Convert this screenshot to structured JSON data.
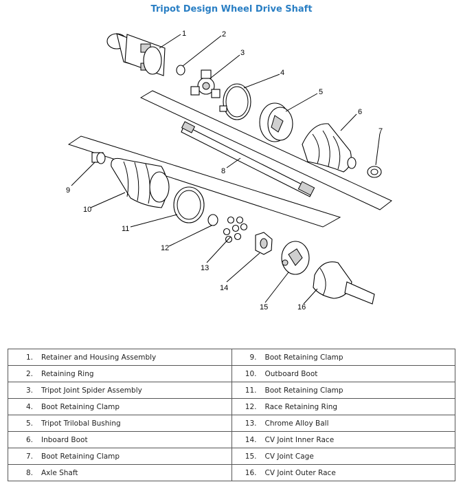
{
  "title": "Tripot Design Wheel Drive Shaft",
  "callouts": [
    "1",
    "2",
    "3",
    "4",
    "5",
    "6",
    "7",
    "8",
    "9",
    "10",
    "11",
    "12",
    "13",
    "14",
    "15",
    "16"
  ],
  "rows": [
    {
      "left_num": "1.",
      "left_name": "Retainer and Housing Assembly",
      "right_num": "9.",
      "right_name": "Boot Retaining Clamp"
    },
    {
      "left_num": "2.",
      "left_name": "Retaining Ring",
      "right_num": "10.",
      "right_name": "Outboard Boot"
    },
    {
      "left_num": "3.",
      "left_name": "Tripot Joint Spider Assembly",
      "right_num": "11.",
      "right_name": "Boot Retaining Clamp"
    },
    {
      "left_num": "4.",
      "left_name": "Boot Retaining Clamp",
      "right_num": "12.",
      "right_name": "Race Retaining Ring"
    },
    {
      "left_num": "5.",
      "left_name": "Tripot Trilobal Bushing",
      "right_num": "13.",
      "right_name": "Chrome Alloy Ball"
    },
    {
      "left_num": "6.",
      "left_name": "Inboard Boot",
      "right_num": "14.",
      "right_name": "CV Joint Inner Race"
    },
    {
      "left_num": "7.",
      "left_name": "Boot Retaining Clamp",
      "right_num": "15.",
      "right_name": "CV Joint Cage"
    },
    {
      "left_num": "8.",
      "left_name": "Axle Shaft",
      "right_num": "16.",
      "right_name": "CV Joint Outer Race"
    }
  ]
}
